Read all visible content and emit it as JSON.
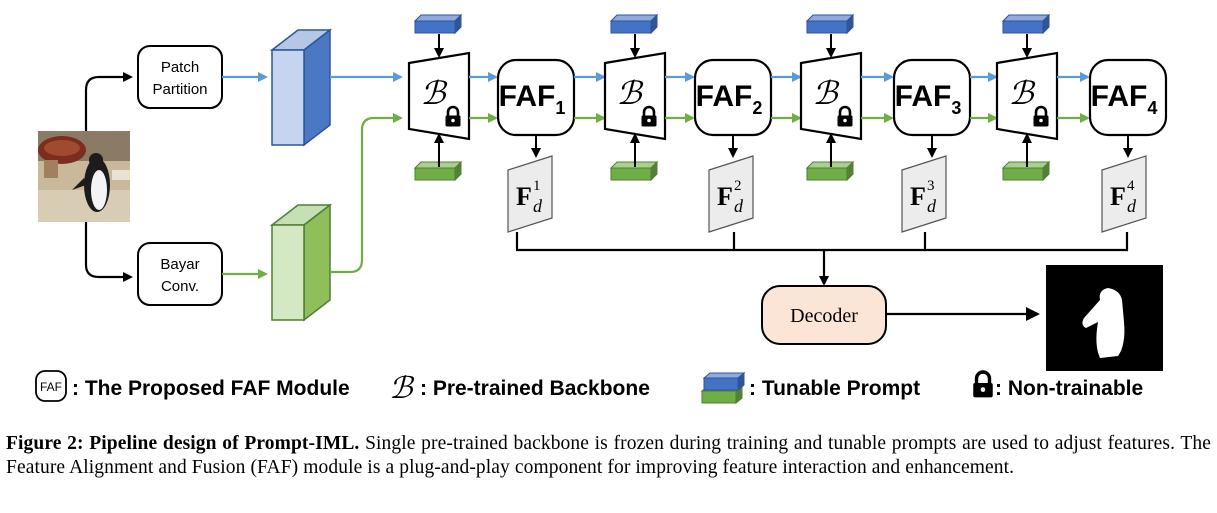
{
  "inputs": {
    "patch_partition": [
      "Patch",
      "Partition"
    ],
    "bayar_conv": [
      "Bayar",
      "Conv."
    ]
  },
  "backbone_symbol": "ℬ",
  "faf_modules": [
    {
      "label": "FAF",
      "sub": "1"
    },
    {
      "label": "FAF",
      "sub": "2"
    },
    {
      "label": "FAF",
      "sub": "3"
    },
    {
      "label": "FAF",
      "sub": "4"
    }
  ],
  "feature_maps": [
    {
      "base": "F",
      "sub": "d",
      "sup": "1"
    },
    {
      "base": "F",
      "sub": "d",
      "sup": "2"
    },
    {
      "base": "F",
      "sub": "d",
      "sup": "3"
    },
    {
      "base": "F",
      "sub": "d",
      "sup": "4"
    }
  ],
  "decoder_label": "Decoder",
  "legend": {
    "faf_icon": "FAF",
    "faf_text": ": The Proposed FAF Module",
    "backbone_symbol": "ℬ",
    "backbone_text": ": Pre-trained Backbone",
    "prompt_text": ": Tunable Prompt",
    "lock_text": ": Non-trainable"
  },
  "caption": {
    "label": "Figure 2: Pipeline design of Prompt-IML.",
    "text": " Single pre-trained backbone is frozen during training and tunable prompts are used to adjust features. The Feature Alignment and Fusion (FAF) module is a plug-and-play component for improving feature interaction and enhancement."
  },
  "colors": {
    "blue_line": "#5b9bd5",
    "green_line": "#70ad47",
    "blue_cube": "#4472c4",
    "green_cube": "#70ad47",
    "decoder_fill": "#fbe5d6"
  },
  "icons": [
    "lock-icon",
    "penguin-input-image",
    "penguin-mask-output"
  ]
}
